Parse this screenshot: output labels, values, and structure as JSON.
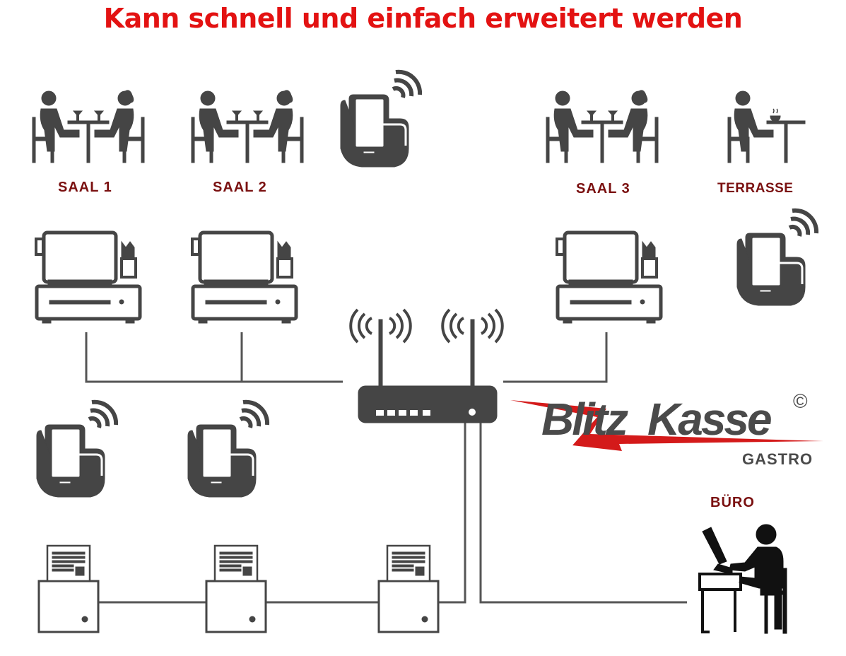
{
  "title": "Kann schnell und einfach erweitert werden",
  "labels": {
    "saal1": "SAAL 1",
    "saal2": "SAAL 2",
    "saal3": "SAAL 3",
    "terrasse": "TERRASSE",
    "buero": "BÜRO"
  },
  "brand": {
    "name_part1": "Blitz",
    "name_part2": "Kasse",
    "copyright": "©",
    "sub": "GASTRO"
  },
  "colors": {
    "title": "#e31212",
    "labels": "#7a1010",
    "icons": "#454545",
    "lines": "#555555",
    "brand_red": "#d41a1a",
    "brand_dark": "#4a4a4a"
  },
  "icons": {
    "seating": "people-at-table-icon",
    "single_diner": "person-at-cafe-table-icon",
    "handheld": "mobile-phone-wifi-icon",
    "pos": "pos-terminal-icon",
    "router": "wifi-router-icon",
    "printer": "receipt-printer-icon",
    "office": "office-worker-icon"
  }
}
